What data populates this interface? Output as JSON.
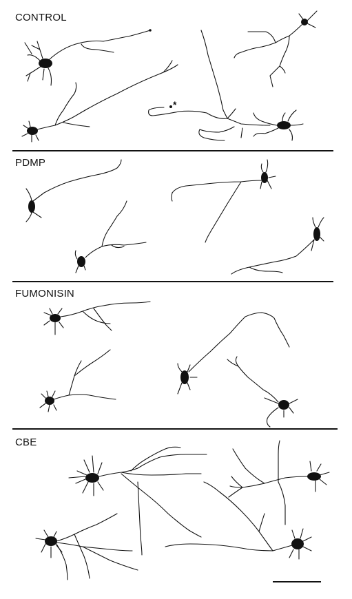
{
  "panels": [
    {
      "label": "CONTROL"
    },
    {
      "label": "PDMP"
    },
    {
      "label": "FUMONISIN"
    },
    {
      "label": "CBE"
    }
  ],
  "annotations": {
    "asterisk": "*"
  }
}
